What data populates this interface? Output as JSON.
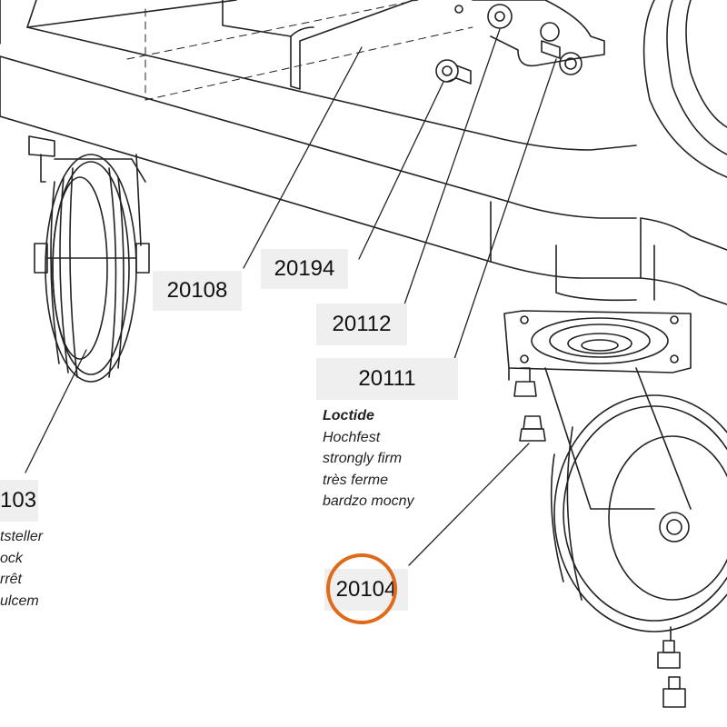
{
  "colors": {
    "line": "#222222",
    "label_bg": "#efefef",
    "highlight": "#e06a1a"
  },
  "parts": {
    "p20108": "20108",
    "p20194": "20194",
    "p20112": "20112",
    "p20111": "20111",
    "p20104": "20104",
    "p20103": "103"
  },
  "notes": {
    "loctide": {
      "title": "Loctide",
      "line1": "Hochfest",
      "line2": "strongly firm",
      "line3": "très ferme",
      "line4": "bardzo mocny"
    },
    "lock": {
      "line1": "tsteller",
      "line2": "ock",
      "line3": "rrêt",
      "line4": "ulcem"
    }
  }
}
